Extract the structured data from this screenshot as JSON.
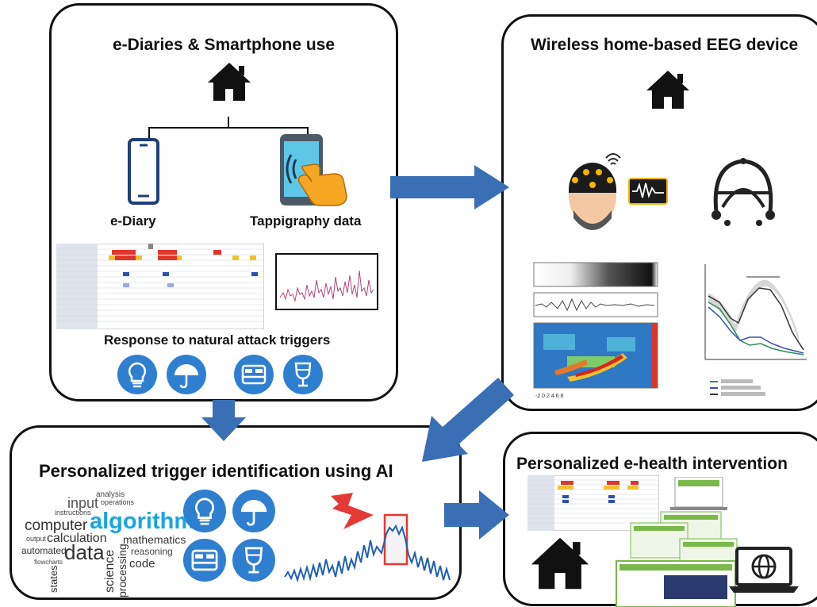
{
  "panels": {
    "diaries": {
      "title": "e-Diaries & Smartphone use",
      "ediary_label": "e-Diary",
      "tappigraphy_label": "Tappigraphy data",
      "response_label": "Response to natural attack triggers"
    },
    "eeg": {
      "title": "Wireless home-based EEG device"
    },
    "ai": {
      "title": "Personalized trigger identification using AI",
      "word_cloud": [
        "input",
        "analysis",
        "operations",
        "instructions",
        "computer",
        "algorithm",
        "output",
        "calculation",
        "mathematics",
        "automated",
        "data",
        "reasoning",
        "flowcharts",
        "science",
        "code",
        "states",
        "processing"
      ]
    },
    "intervention": {
      "title": "Personalized e-health intervention"
    }
  },
  "icons": [
    "home-icon",
    "phone-icon",
    "tap-phone-icon",
    "lightbulb-icon",
    "umbrella-icon",
    "bed-icon",
    "wine-glass-icon",
    "eeg-head-icon",
    "eeg-headset-icon",
    "laptop-globe-icon",
    "lightning-icon"
  ],
  "colors": {
    "accent_blue": "#2f7fd1",
    "arrow_blue": "#3a6fb5",
    "diary_red": "#e0352b",
    "diary_yellow": "#f2c12e",
    "diary_blue": "#2d4fb0",
    "highlight_red": "#e53935"
  }
}
